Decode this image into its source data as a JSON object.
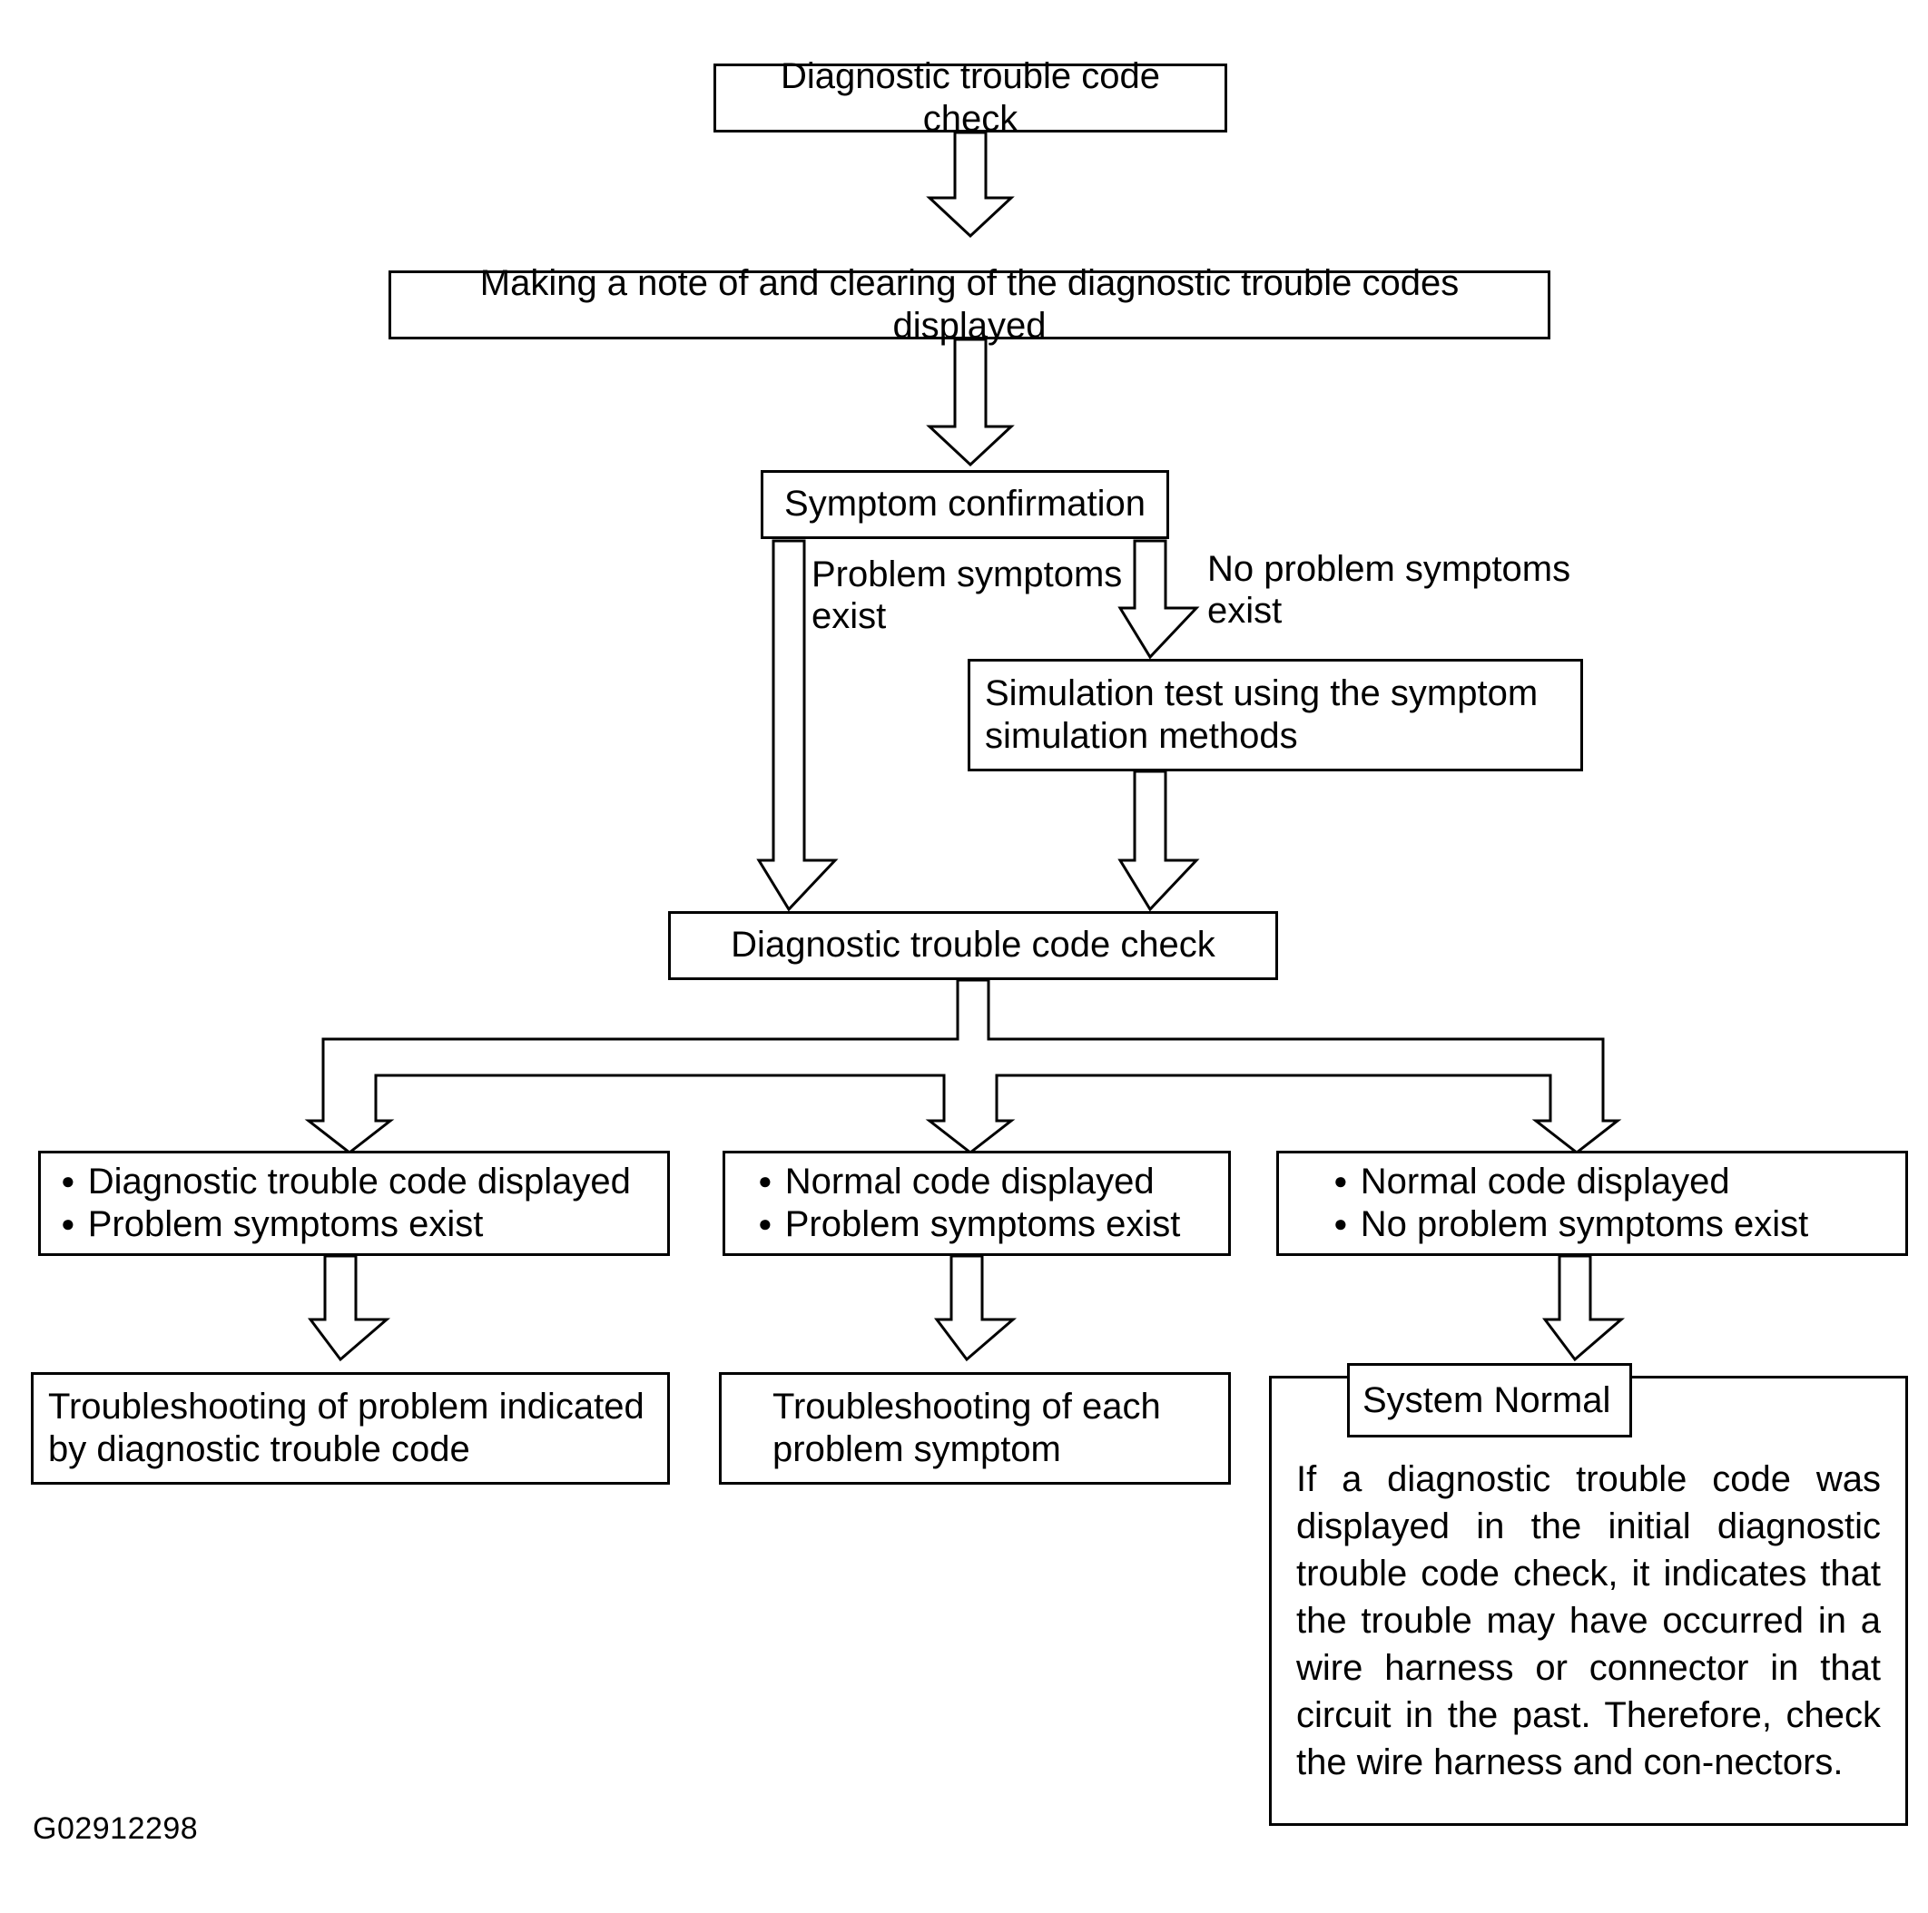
{
  "diagram": {
    "footer_id": "G02912298",
    "nodes": {
      "dtc_check_top": "Diagnostic trouble code check",
      "clearing": "Making a note of and clearing of the diagnostic trouble codes displayed",
      "symptom_confirmation": "Symptom confirmation",
      "simulation_test": "Simulation test using the symptom\nsimulation methods",
      "dtc_check_second": "Diagnostic trouble code check",
      "result_left_line1": "Diagnostic trouble code displayed",
      "result_left_line2": "Problem symptoms exist",
      "result_mid_line1": "Normal code displayed",
      "result_mid_line2": "Problem symptoms exist",
      "result_right_line1": "Normal code displayed",
      "result_right_line2": "No problem symptoms exist",
      "action_left": "Troubleshooting of problem indicated\nby diagnostic trouble code",
      "action_mid": "Troubleshooting of each\nproblem symptom",
      "system_normal_title": "System Normal",
      "system_normal_body": "If a diagnostic trouble code was displayed in the initial diagnostic trouble code check, it indicates that the trouble may have occurred in a wire harness or connector in that circuit in the past. Therefore, check the wire harness and con-nectors."
    },
    "edge_labels": {
      "problem_exists": "Problem symptoms\nexist",
      "no_problem_exists": "No problem symptoms\nexist"
    },
    "colors": {
      "stroke": "#000000",
      "fill": "#ffffff",
      "text": "#000000"
    }
  }
}
